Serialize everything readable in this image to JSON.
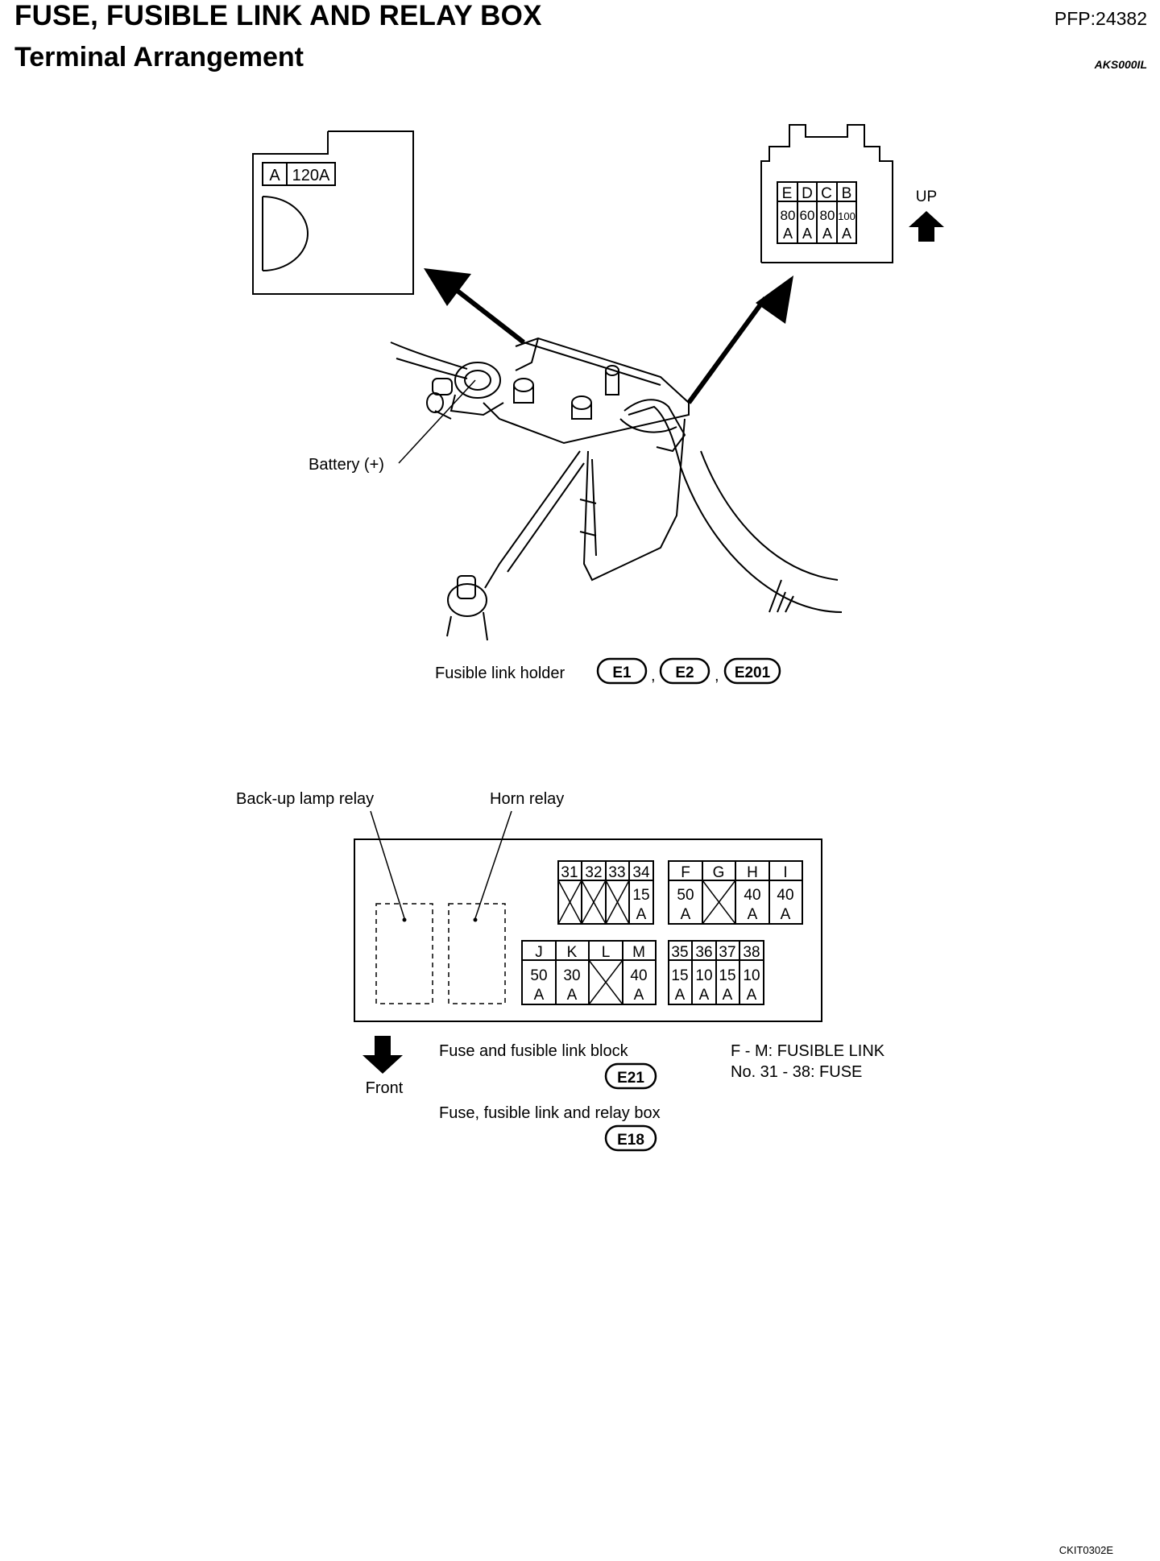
{
  "header": {
    "title": "FUSE, FUSIBLE LINK AND RELAY BOX",
    "section": "Terminal Arrangement",
    "part_number": "PFP:24382",
    "doc_code": "AKS000IL"
  },
  "top_left_box": {
    "letter": "A",
    "rating": "120A"
  },
  "top_right_box": {
    "up_label": "UP",
    "slots": [
      {
        "letter": "E",
        "amp": "80",
        "unit": "A"
      },
      {
        "letter": "D",
        "amp": "60",
        "unit": "A"
      },
      {
        "letter": "C",
        "amp": "80",
        "unit": "A"
      },
      {
        "letter": "B",
        "amp": "100",
        "unit": "A"
      }
    ]
  },
  "labels": {
    "battery": "Battery (+)",
    "fusible_holder": "Fusible link holder",
    "sep1": ",",
    "sep2": ",",
    "backup_lamp_relay": "Back-up lamp relay",
    "horn_relay": "Horn relay",
    "front": "Front",
    "fuse_block": "Fuse and fusible link block",
    "relay_box": "Fuse, fusible link and relay box",
    "legend_line1": "F - M: FUSIBLE LINK",
    "legend_line2": "No. 31 - 38: FUSE"
  },
  "connectors": {
    "e1": "E1",
    "e2": "E2",
    "e201": "E201",
    "e21": "E21",
    "e18": "E18"
  },
  "fuse_group_31_34": {
    "headers": [
      "31",
      "32",
      "33",
      "34"
    ],
    "amp34": "15",
    "unit": "A"
  },
  "link_group_f_i": {
    "headers": [
      "F",
      "G",
      "H",
      "I"
    ],
    "amps": [
      "50",
      "",
      "40",
      "40"
    ],
    "unit": "A"
  },
  "link_group_j_m": {
    "headers": [
      "J",
      "K",
      "L",
      "M"
    ],
    "amps": [
      "50",
      "30",
      "",
      "40"
    ],
    "unit": "A"
  },
  "fuse_group_35_38": {
    "headers": [
      "35",
      "36",
      "37",
      "38"
    ],
    "amps": [
      "15",
      "10",
      "15",
      "10"
    ],
    "unit": "A"
  },
  "footer_code": "CKIT0302E"
}
